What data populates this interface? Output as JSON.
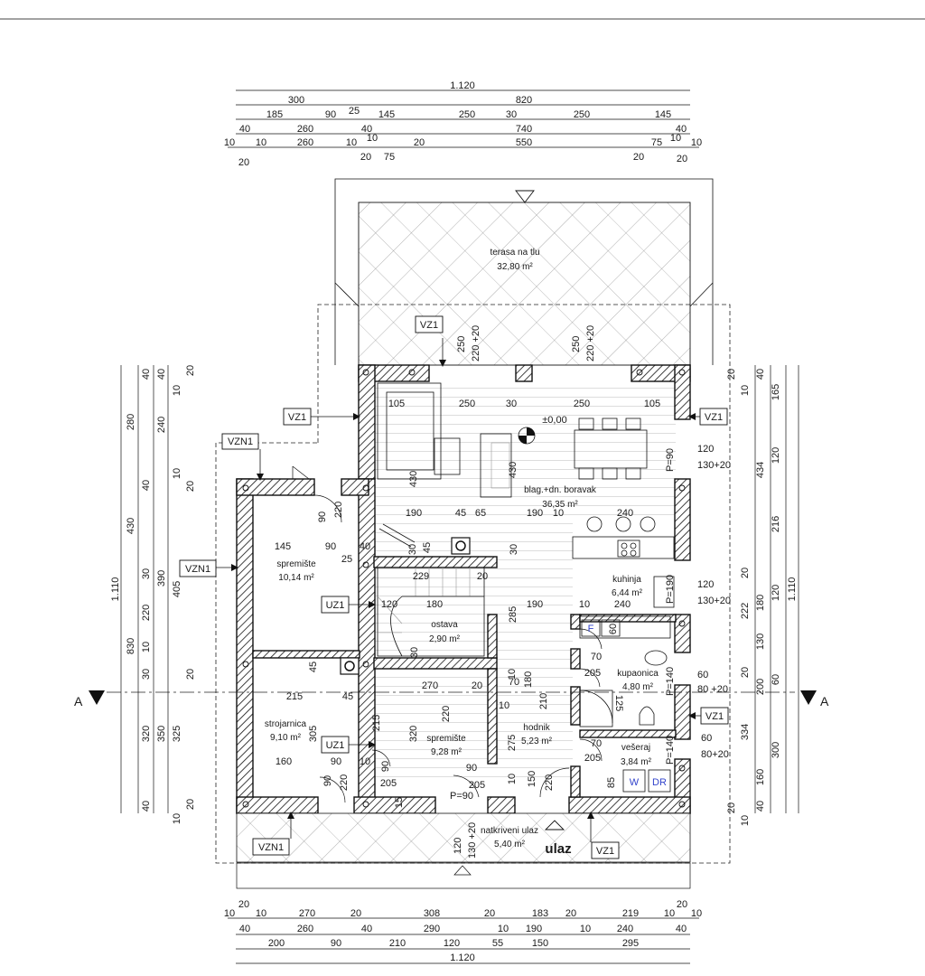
{
  "dims_top": {
    "overall": "1.120",
    "r1": [
      "300",
      "820"
    ],
    "r2": [
      "185",
      "90",
      "25",
      "145",
      "250",
      "30",
      "250",
      "145"
    ],
    "r3": [
      "40",
      "260",
      "40",
      "740",
      "40"
    ],
    "r4": [
      "10",
      "10",
      "260",
      "10",
      "10",
      "20",
      "550",
      "75",
      "10",
      "10"
    ],
    "r5": [
      "20",
      "20",
      "75",
      "20",
      "20"
    ]
  },
  "dims_bottom": {
    "r1": [
      "20",
      "20"
    ],
    "r2": [
      "10",
      "10",
      "270",
      "20",
      "308",
      "20",
      "183",
      "20",
      "219",
      "10",
      "10"
    ],
    "r3": [
      "40",
      "260",
      "40",
      "290",
      "10",
      "190",
      "10",
      "240",
      "40"
    ],
    "r4": [
      "200",
      "90",
      "210",
      "120",
      "55",
      "150",
      "295"
    ],
    "overall": "1.120"
  },
  "dims_left": {
    "outer": [
      "1.110"
    ],
    "r1": [
      "280",
      "430",
      "830"
    ],
    "r2": [
      "40",
      "240",
      "40",
      "390",
      "30",
      "220",
      "10",
      "30",
      "350",
      "320",
      "40"
    ],
    "r3": [
      "40",
      "10",
      "10",
      "405",
      "325",
      "10"
    ],
    "r4": [
      "20",
      "20",
      "20",
      "20"
    ]
  },
  "dims_right": {
    "outer": [
      "1.110"
    ],
    "r1": [
      "165",
      "120",
      "216",
      "120",
      "60",
      "300"
    ],
    "r2": [
      "40",
      "434",
      "180",
      "130",
      "200",
      "334",
      "160",
      "40"
    ],
    "r3": [
      "10",
      "20",
      "20",
      "222",
      "20",
      "20",
      "10"
    ]
  },
  "rooms": [
    {
      "name": "terasa na tlu",
      "area": "32,80 m²"
    },
    {
      "name": "blag.+dn. boravak",
      "area": "36,35 m²"
    },
    {
      "name": "kuhinja",
      "area": "6,44 m²"
    },
    {
      "name": "spremište",
      "area": "10,14 m²"
    },
    {
      "name": "ostava",
      "area": "2,90 m²"
    },
    {
      "name": "kupaonica",
      "area": "4,80 m²"
    },
    {
      "name": "strojarnica",
      "area": "9,10 m²"
    },
    {
      "name": "spremište",
      "area": "9,28 m²"
    },
    {
      "name": "hodnik",
      "area": "5,23 m²"
    },
    {
      "name": "vešeraj",
      "area": "3,84 m²"
    },
    {
      "name": "natkriveni ulaz",
      "area": "5,40 m²"
    }
  ],
  "entrance": "ulaz",
  "level": "±0,00",
  "section": "A",
  "wall_tags": {
    "vz1": "VZ1",
    "vzn1": "VZN1",
    "uz1": "UZ1"
  },
  "openings": {
    "terrace_left": [
      "250",
      "220 +20"
    ],
    "terrace_right": [
      "250",
      "220 +20"
    ],
    "living_row": [
      "105",
      "250",
      "30",
      "250",
      "105"
    ],
    "right_w1": [
      "120",
      "130+20"
    ],
    "p90": "P=90",
    "right_w2": [
      "120",
      "130+20"
    ],
    "p190": "P=190",
    "right_w3": [
      "60",
      "80 +20"
    ],
    "p140a": "P=140",
    "right_w4": [
      "60",
      "80+20"
    ],
    "p140b": "P=140",
    "entry_w": [
      "120",
      "130 +20"
    ],
    "entry_p90": "P=90"
  },
  "internal_dims": [
    "190",
    "45",
    "65",
    "190",
    "10",
    "240",
    "430",
    "430",
    "145",
    "90",
    "40",
    "25",
    "229",
    "20",
    "120",
    "180",
    "190",
    "10",
    "240",
    "285",
    "270",
    "20",
    "215",
    "45",
    "215",
    "320",
    "220",
    "275",
    "210",
    "180",
    "160",
    "90",
    "10",
    "205",
    "90",
    "90",
    "205",
    "150",
    "220",
    "70",
    "205",
    "70",
    "205",
    "125",
    "85",
    "90",
    "220",
    "30",
    "45",
    "30",
    "10",
    "10",
    "305",
    "45",
    "15",
    "220",
    "90",
    "70",
    "60",
    "30",
    "10"
  ],
  "appliances": [
    "F",
    "W",
    "DR"
  ]
}
